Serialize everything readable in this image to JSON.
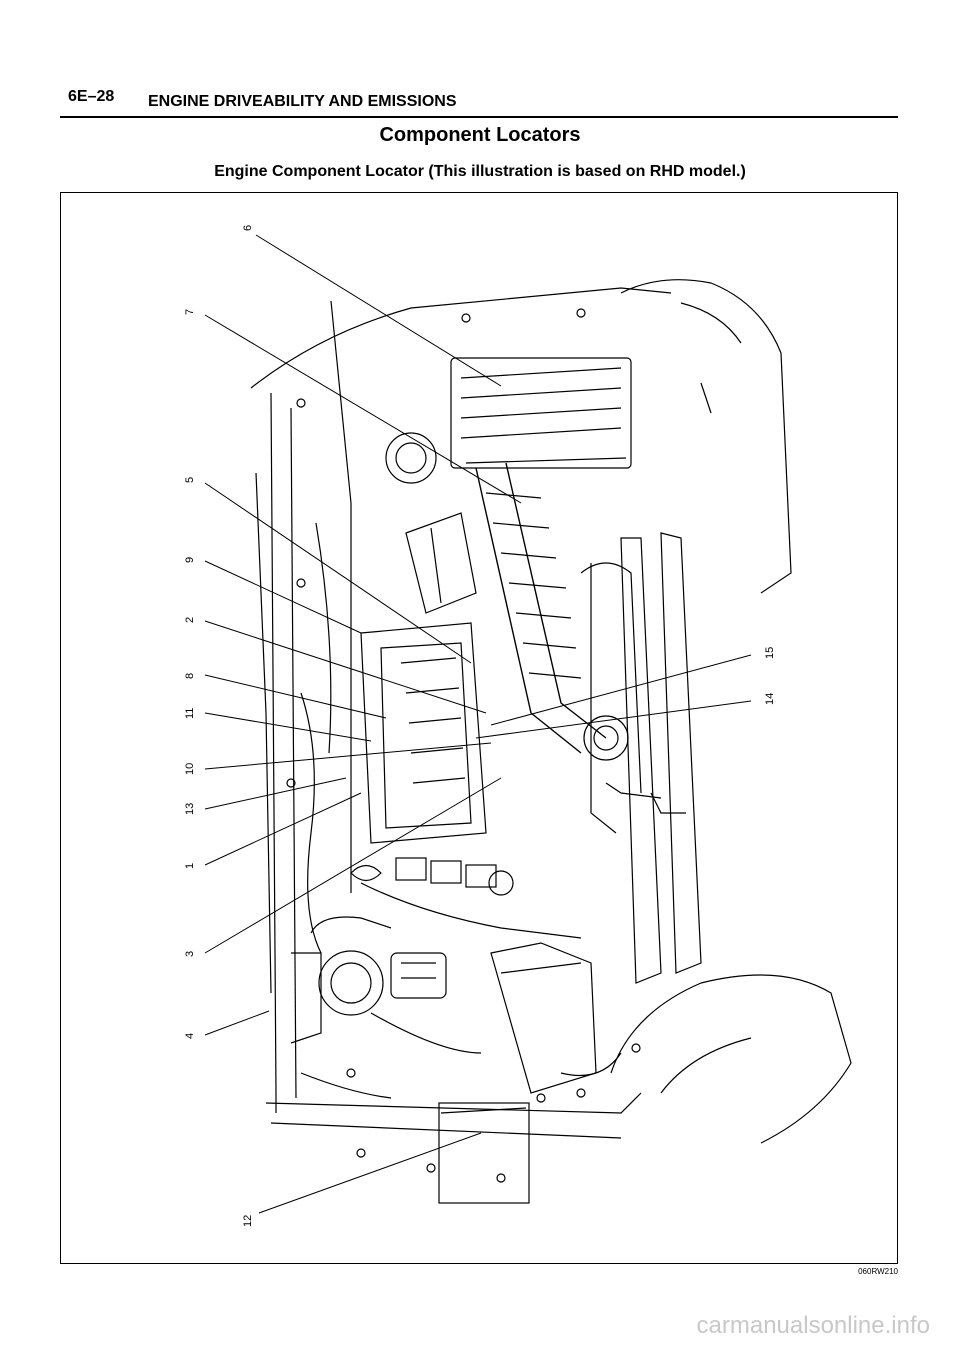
{
  "header": {
    "page_number": "6E–28",
    "section_title": "ENGINE DRIVEABILITY AND EMISSIONS"
  },
  "title": "Component Locators",
  "subtitle": "Engine Component Locator (This illustration is based on RHD model.)",
  "figure": {
    "code": "060RW210",
    "callouts": [
      "6",
      "7",
      "5",
      "9",
      "2",
      "8",
      "11",
      "10",
      "13",
      "1",
      "3",
      "4",
      "12",
      "15",
      "14"
    ]
  },
  "footer": {
    "watermark": "carmanualsonline.info"
  }
}
